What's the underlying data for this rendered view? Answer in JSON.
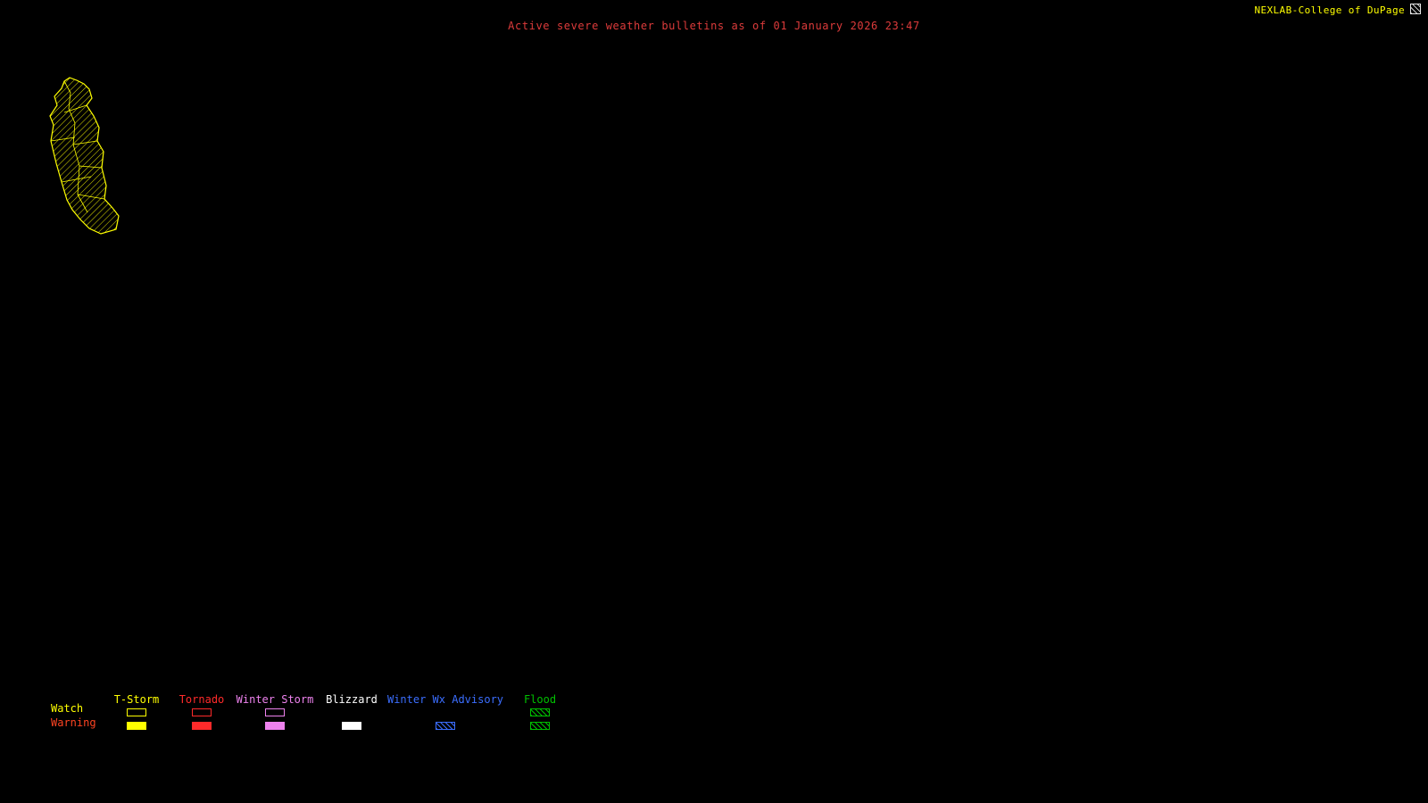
{
  "header": {
    "title": "Active severe weather bulletins as of 01 January 2026 23:47",
    "branding": "NEXLAB-College of DuPage",
    "logo_icon": "hatched-square-icon"
  },
  "map": {
    "bulletin": {
      "type": "T-Storm Watch",
      "region_style": "yellow-diagonal-hatch-county-outlines",
      "color": "#ffff00"
    }
  },
  "legend": {
    "rows": [
      {
        "label": "Watch",
        "color": "#ffff00"
      },
      {
        "label": "Warning",
        "color": "#ff4422"
      }
    ],
    "columns": [
      {
        "label": "T-Storm",
        "color": "#ffff00",
        "watch": "outline",
        "warning": "solid"
      },
      {
        "label": "Tornado",
        "color": "#ff2a2a",
        "watch": "outline",
        "warning": "solid"
      },
      {
        "label": "Winter Storm",
        "color": "#ee82ee",
        "watch": "outline",
        "warning": "solid"
      },
      {
        "label": "Blizzard",
        "color": "#ffffff",
        "watch": "none",
        "warning": "solid"
      },
      {
        "label": "Winter Wx Advisory",
        "color": "#3b6eff",
        "watch": "none",
        "warning": "hatched"
      },
      {
        "label": "Flood",
        "color": "#00c000",
        "watch": "hatched",
        "warning": "hatched"
      }
    ]
  }
}
